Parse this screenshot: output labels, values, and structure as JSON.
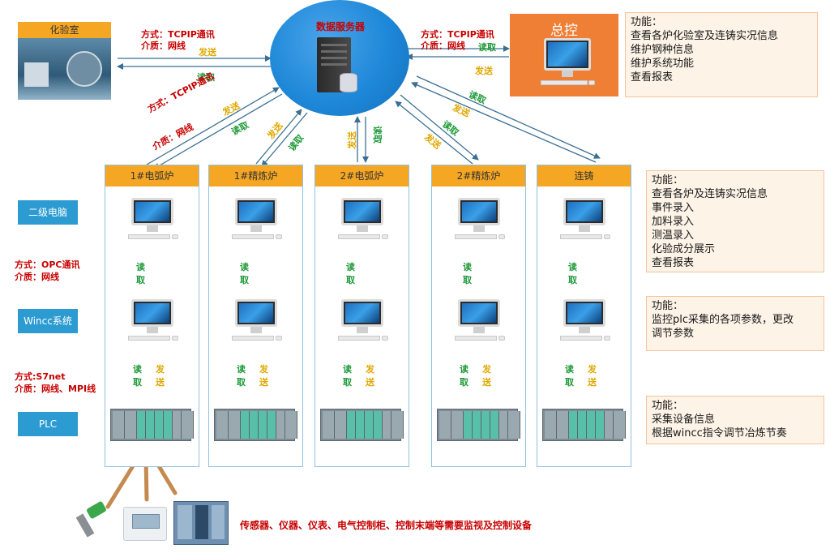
{
  "server": {
    "title": "数据服务器"
  },
  "lab": {
    "label": "化验室"
  },
  "control": {
    "label": "总控"
  },
  "labs_conn": {
    "line1": "方式：TCPIP通讯",
    "line2": "介质：网线",
    "send": "发送",
    "read": "读取"
  },
  "ctrl_conn": {
    "line1": "方式：TCPIP通讯",
    "line2": "介质：网线",
    "read_top": "读取",
    "send": "发送"
  },
  "col1_conn": {
    "line1": "方式：TCPIP通讯",
    "line2": "介质：网线",
    "send": "发送",
    "read": "读取"
  },
  "edge_labels": {
    "c2_send": "发送",
    "c2_read": "读取",
    "c3_send": "发送",
    "c3_read": "读取",
    "c4_read": "读取",
    "c4_send": "发送",
    "c5_read": "读取",
    "c5_send": "发送"
  },
  "control_note": {
    "lines": [
      "功能：",
      "查看各炉化验室及连铸实况信息",
      "维护钢种信息",
      "维护系统功能",
      "查看报表"
    ]
  },
  "columns": [
    {
      "label": "1#电弧炉"
    },
    {
      "label": "1#精炼炉"
    },
    {
      "label": "2#电弧炉"
    },
    {
      "label": "2#精炼炉"
    },
    {
      "label": "连铸"
    }
  ],
  "rows": {
    "pc": "二级电脑",
    "wincc": "Wincc系统",
    "plc": "PLC"
  },
  "opc": {
    "line1": "方式：OPC通讯",
    "line2": "介质：网线"
  },
  "s7": {
    "line1": "方式:S7net",
    "line2": "介质：网线、MPI线"
  },
  "vertical": {
    "read": [
      "读",
      "取"
    ],
    "send": [
      "发",
      "送"
    ]
  },
  "pc_note": {
    "lines": [
      "功能：",
      "查看各炉及连铸实况信息",
      "事件录入",
      "加料录入",
      "测温录入",
      "化验成分展示",
      "查看报表"
    ]
  },
  "wincc_note": {
    "lines": [
      "功能：",
      "监控plc采集的各项参数，更改",
      "调节参数"
    ]
  },
  "plc_note": {
    "lines": [
      "功能：",
      "采集设备信息",
      "根据wincc指令调节冶炼节奏"
    ]
  },
  "bottom": {
    "text": "传感器、仪器、仪表、电气控制柜、控制末端等需要监视及控制设备"
  },
  "colors": {
    "orange": "#f5a623",
    "blue": "#2b9bd1",
    "arrow": "#3a6f93",
    "red": "#c80000",
    "green": "#1f9a3a",
    "yellow": "#e0a800"
  }
}
